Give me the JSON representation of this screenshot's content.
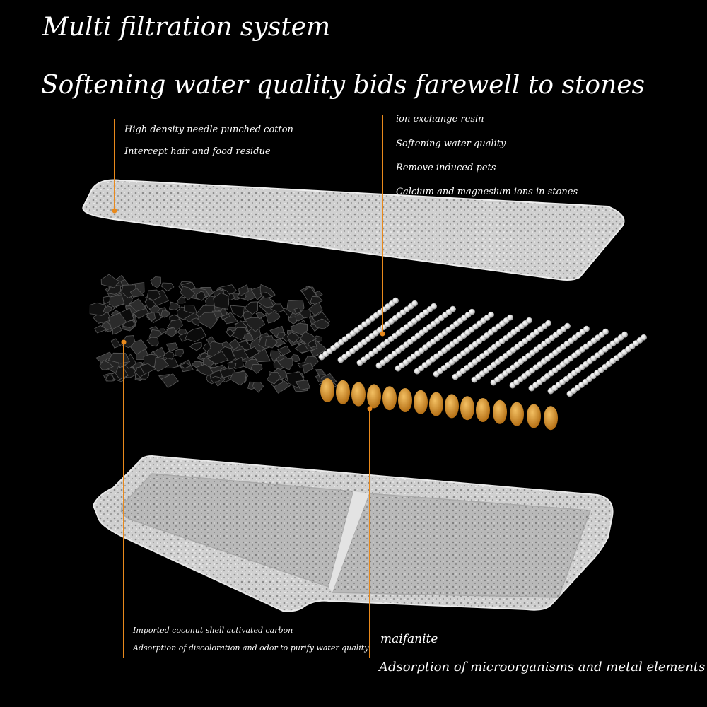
{
  "title": "Multi filtration system",
  "subtitle": "Softening water quality bids farewell to stones",
  "captions": {
    "cotton": {
      "line1": "High density needle punched cotton",
      "line2": "Intercept hair and food residue"
    },
    "resin": {
      "line1": "ion exchange resin",
      "line2": "Softening water quality",
      "line3": "Remove induced pets",
      "line4": "Calcium and magnesium ions in stones"
    },
    "carbon": {
      "line1": "Imported coconut shell activated carbon",
      "line2": "Adsorption of discoloration and odor to purify water quality"
    },
    "maifanite": {
      "line1": "maifanite",
      "line2": "Adsorption of microorganisms and metal elements"
    }
  },
  "colors": {
    "background": "#000000",
    "leader_line": "#e8891c",
    "text": "#ffffff",
    "cotton": "#cfcfcf",
    "carbon": "#1a1a1a",
    "resin_bead": "#e9e9e9",
    "resin_base": "#d18a2a",
    "tray": "#c9c9c9"
  }
}
